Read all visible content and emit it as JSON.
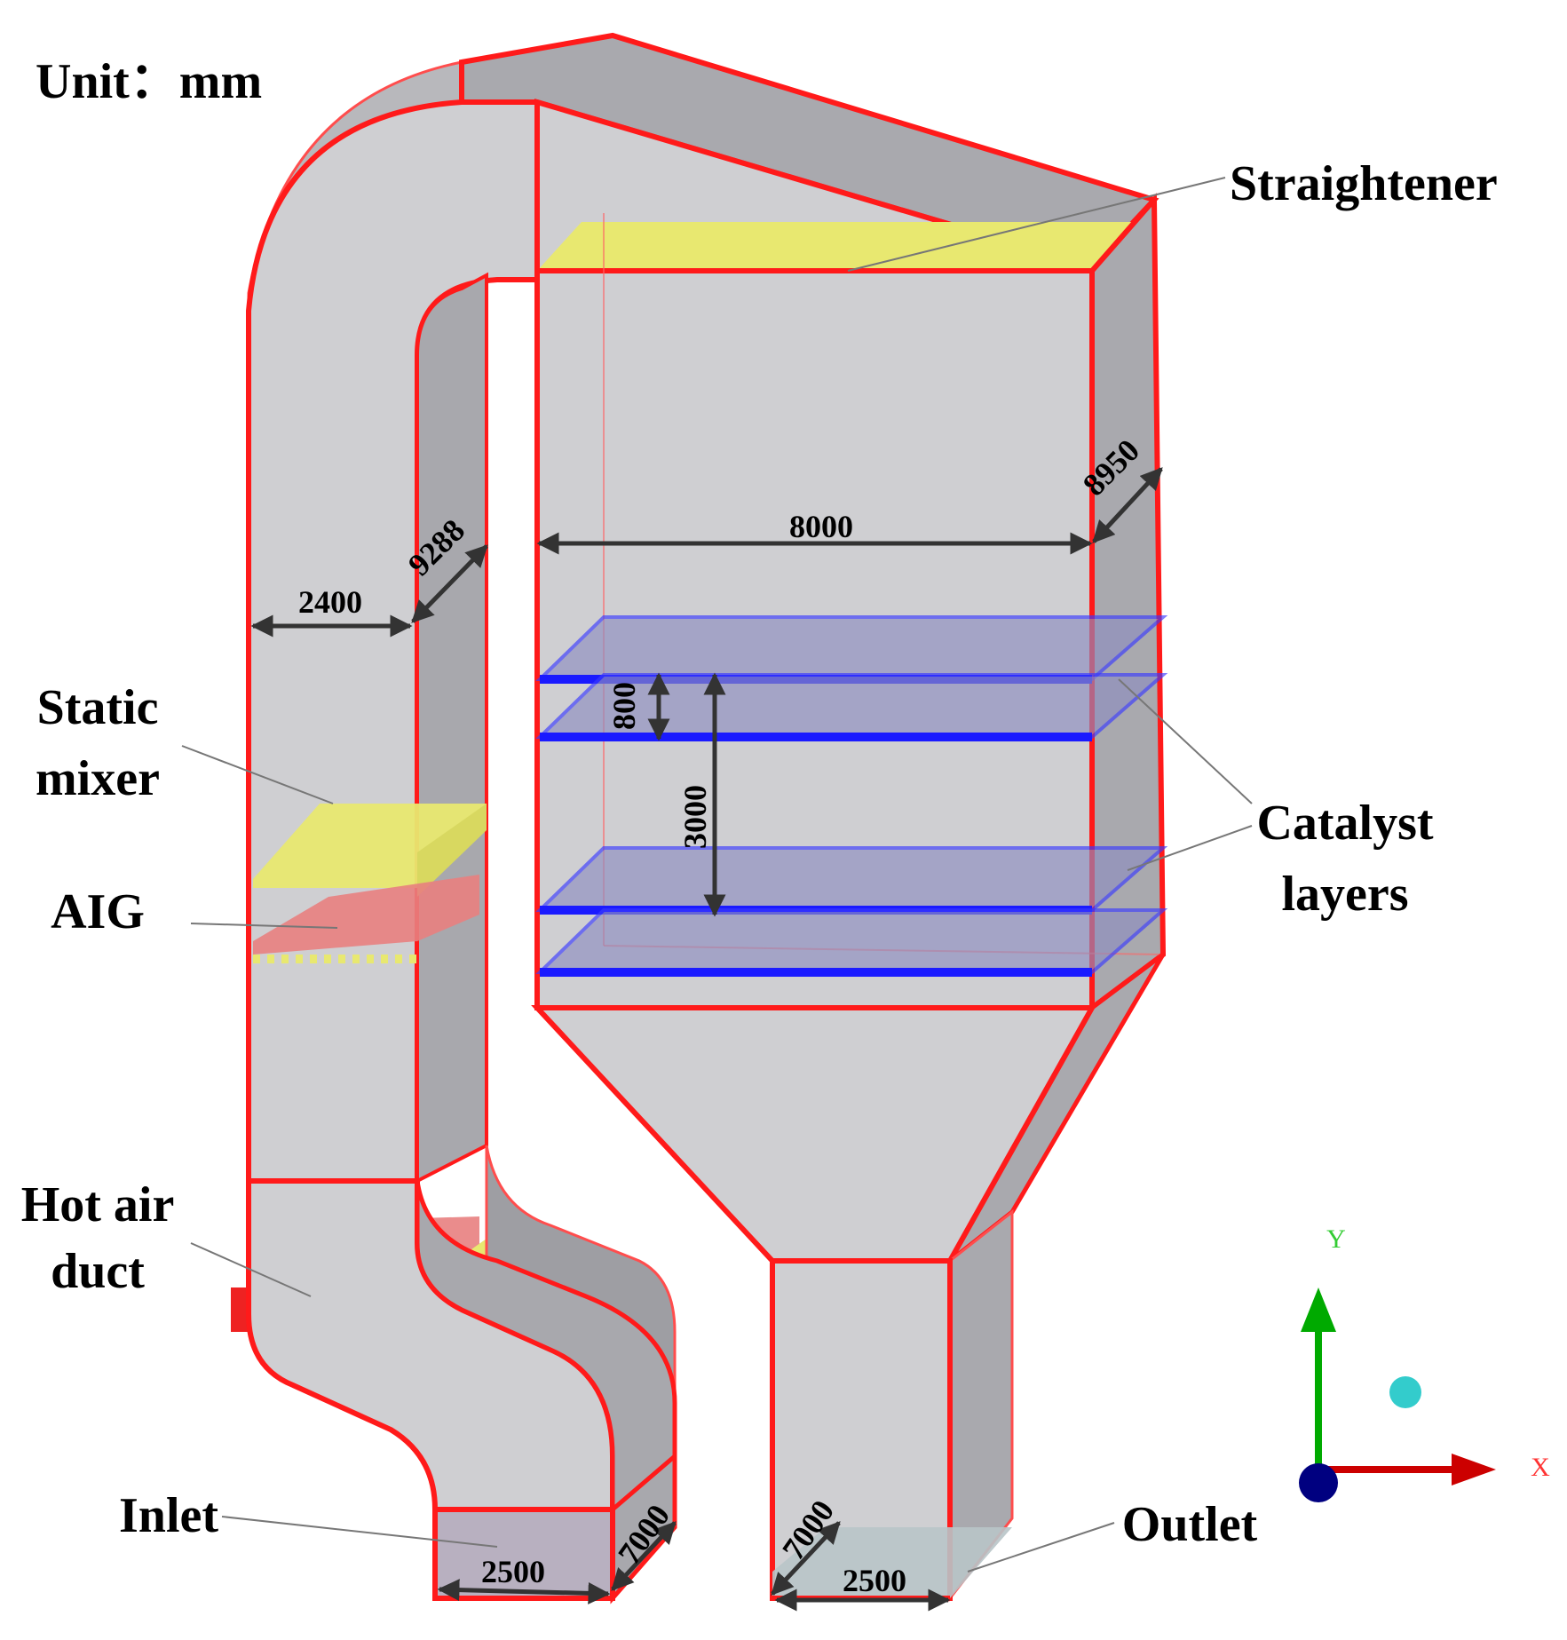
{
  "unit_label": "Unit：mm",
  "labels": {
    "straightener": "Straightener",
    "static_mixer_line1": "Static",
    "static_mixer_line2": "mixer",
    "aig": "AIG",
    "hot_air_duct_line1": "Hot air",
    "hot_air_duct_line2": "duct",
    "catalyst_line1": "Catalyst",
    "catalyst_line2": "layers",
    "inlet": "Inlet",
    "outlet": "Outlet"
  },
  "dimensions": {
    "reactor_width": "8000",
    "reactor_depth": "8950",
    "riser_width": "2400",
    "riser_depth": "9288",
    "layer_thickness": "800",
    "layer_spacing": "3000",
    "inlet_depth": "7000",
    "inlet_width": "2500",
    "outlet_depth": "7000",
    "outlet_width": "2500"
  },
  "axes": {
    "x": "X",
    "y": "Y"
  },
  "colors": {
    "outline": "#ff1a1a",
    "duct_fill": "#c9c9cc",
    "duct_shade": "#9e9ea3",
    "catalyst": "#1a1aff",
    "straightener": "#e8e870",
    "axis_x": "#cc0000",
    "axis_y": "#00aa00",
    "axis_z": "#000080",
    "axis_point": "#33cccc"
  }
}
